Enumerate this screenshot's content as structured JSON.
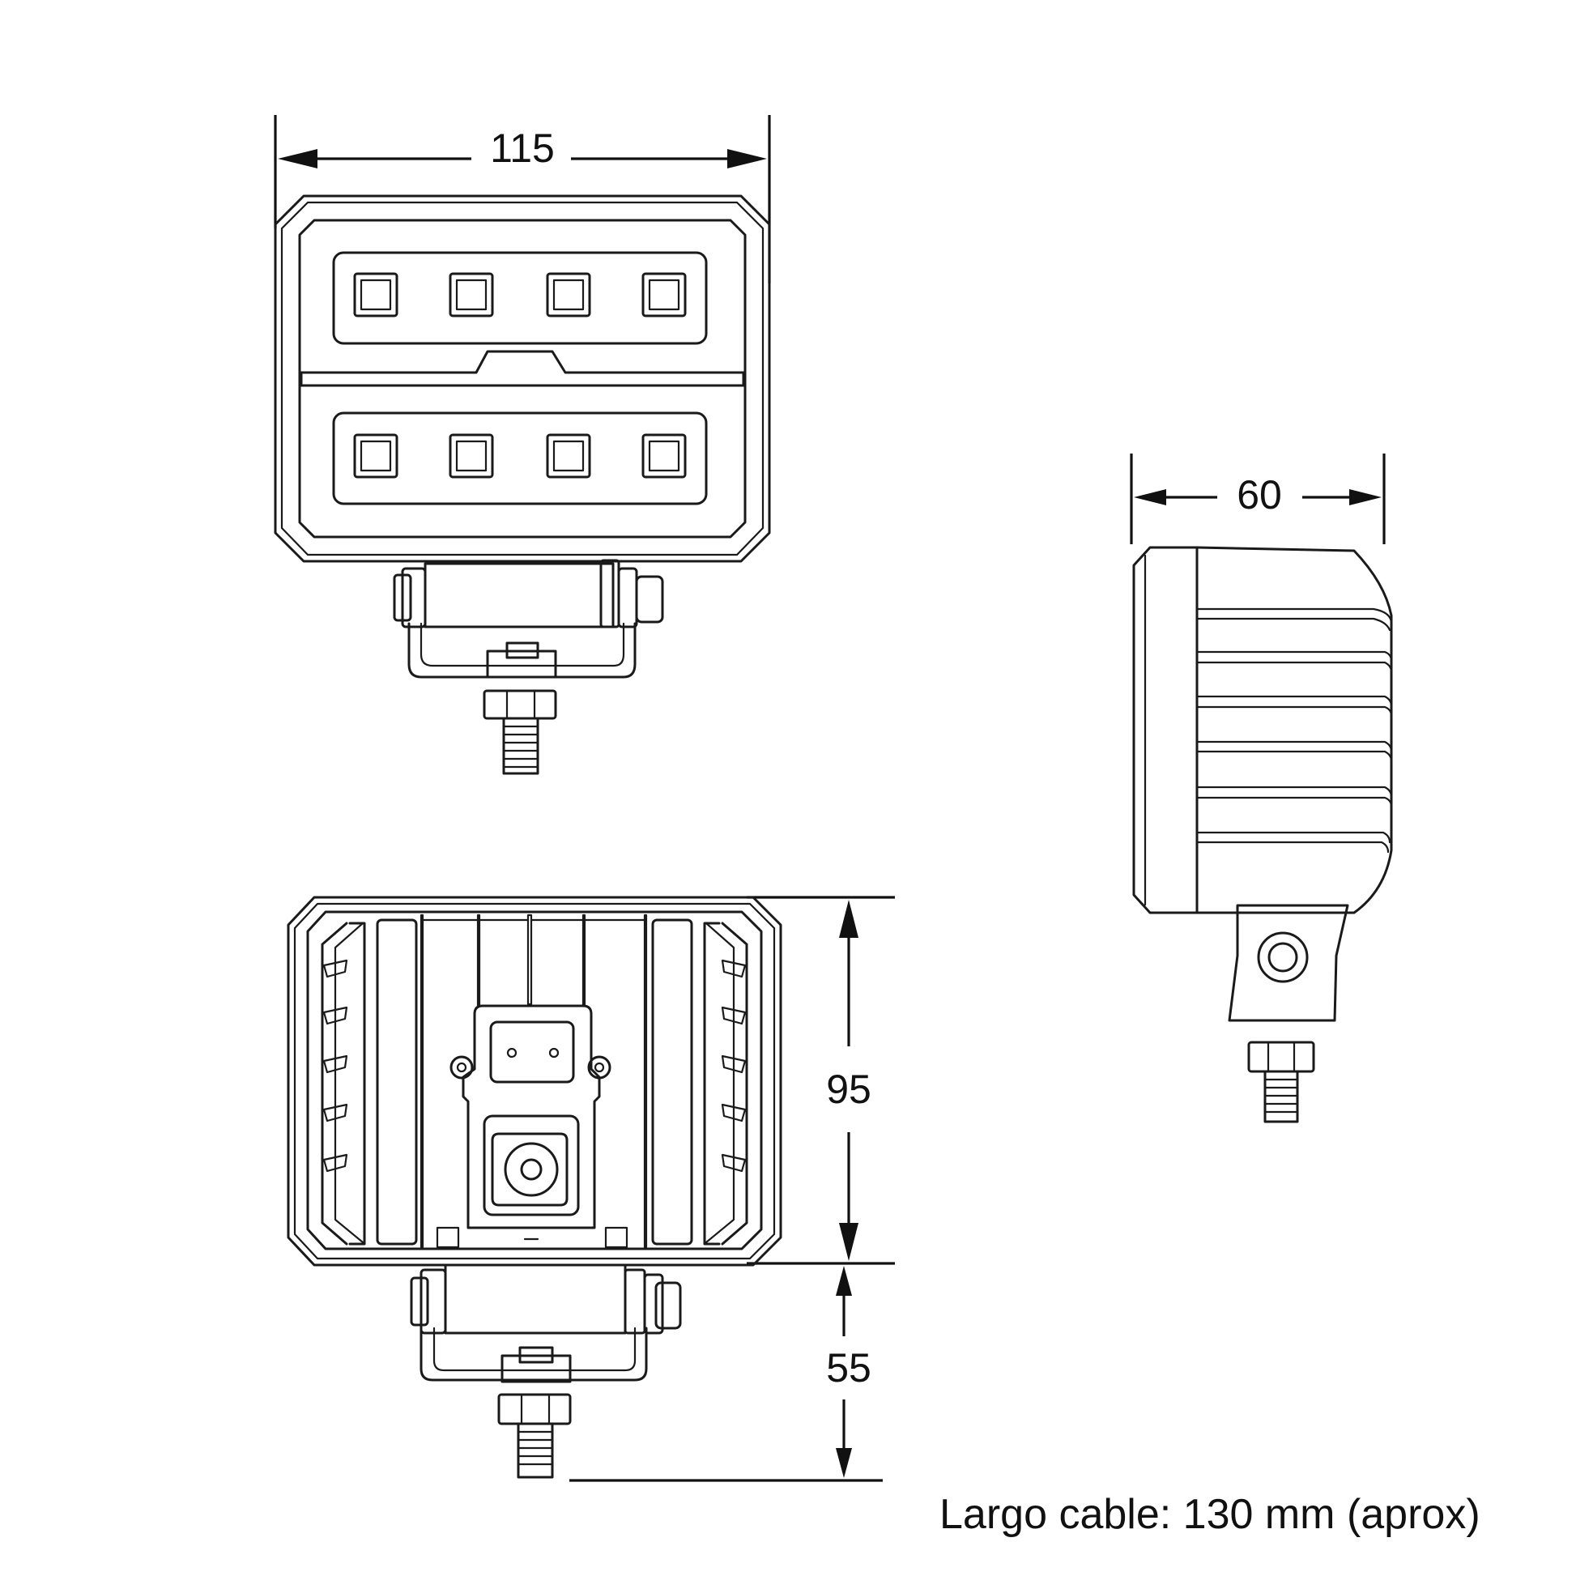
{
  "dimensions": {
    "front_width": "115",
    "side_depth": "60",
    "rear_height": "95",
    "bracket_height": "55"
  },
  "note": "Largo cable: 130 mm (aprox)",
  "colors": {
    "line": "#1a1a1a",
    "background": "#ffffff"
  }
}
